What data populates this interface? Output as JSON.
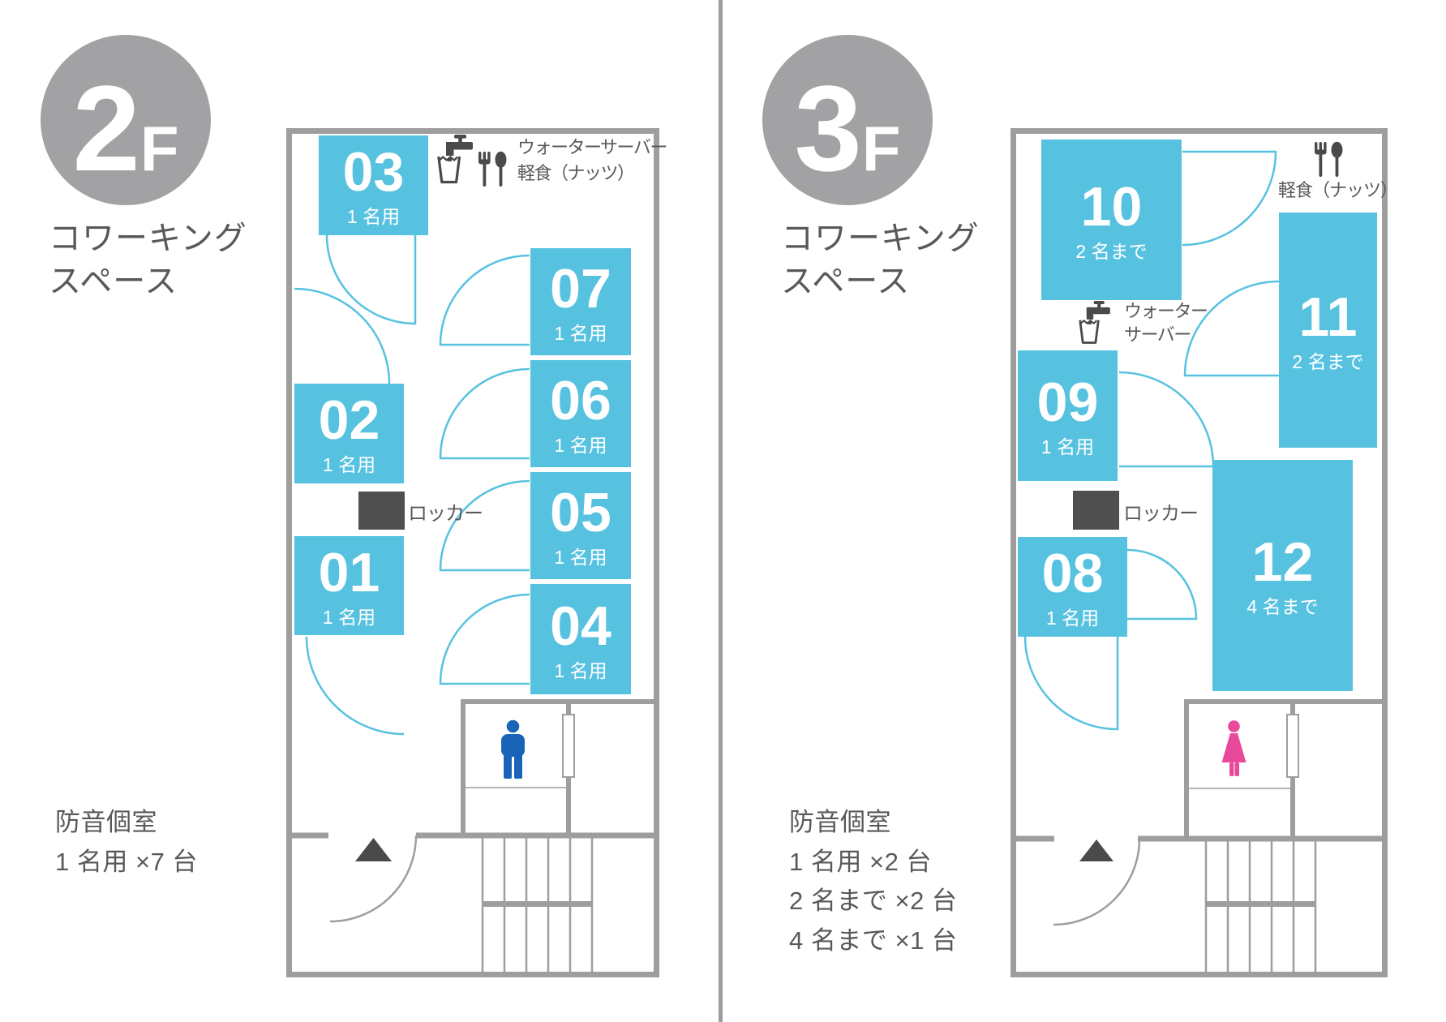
{
  "colors": {
    "booth": "#57c2e0",
    "wall": "#9e9e9e",
    "dark": "#4a4a4a",
    "divider": "#9a9da0",
    "badge": "#a2a2a5",
    "text": "#58595b",
    "men": "#1a64b8",
    "women": "#e8499b",
    "locker": "#4f4f4f"
  },
  "left_floor": {
    "badge_number": "2",
    "badge_suffix": "F",
    "title_line1": "コワーキング",
    "title_line2": "スペース",
    "water_server_label": "ウォーターサーバー",
    "snack_label": "軽食（ナッツ）",
    "locker_label": "ロッカー",
    "booths": [
      {
        "number": "03",
        "capacity": "1 名用"
      },
      {
        "number": "02",
        "capacity": "1 名用"
      },
      {
        "number": "01",
        "capacity": "1 名用"
      },
      {
        "number": "07",
        "capacity": "1 名用"
      },
      {
        "number": "06",
        "capacity": "1 名用"
      },
      {
        "number": "05",
        "capacity": "1 名用"
      },
      {
        "number": "04",
        "capacity": "1 名用"
      }
    ],
    "summary_heading": "防音個室",
    "summary_lines": [
      "1 名用 ×7 台"
    ]
  },
  "right_floor": {
    "badge_number": "3",
    "badge_suffix": "F",
    "title_line1": "コワーキング",
    "title_line2": "スペース",
    "water_server_label_line1": "ウォーター",
    "water_server_label_line2": "サーバー",
    "snack_label": "軽食（ナッツ）",
    "locker_label": "ロッカー",
    "booths": [
      {
        "number": "10",
        "capacity": "2 名まで"
      },
      {
        "number": "09",
        "capacity": "1 名用"
      },
      {
        "number": "08",
        "capacity": "1 名用"
      },
      {
        "number": "11",
        "capacity": "2 名まで"
      },
      {
        "number": "12",
        "capacity": "4 名まで"
      }
    ],
    "summary_heading": "防音個室",
    "summary_lines": [
      "1 名用 ×2 台",
      "2 名まで ×2 台",
      "4 名まで ×1 台"
    ]
  }
}
